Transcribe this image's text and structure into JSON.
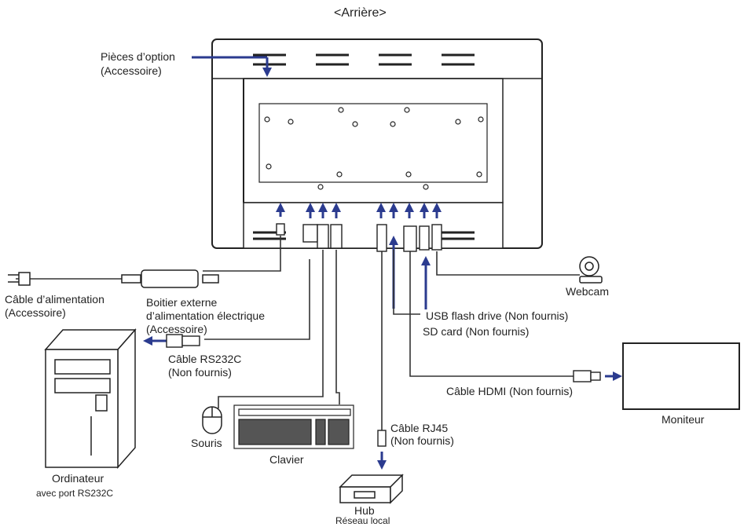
{
  "title": "<Arrière>",
  "labels": {
    "option_parts_1": "Pièces d’option",
    "option_parts_2": "(Accessoire)",
    "power_cable_1": "Câble d’alimentation",
    "power_cable_2": "(Accessoire)",
    "adapter_1": "Boitier externe",
    "adapter_2": "d’alimentation électrique",
    "adapter_3": "(Accessoire)",
    "rs232c_1": "Câble RS232C",
    "rs232c_2": "(Non fournis)",
    "computer_1": "Ordinateur",
    "computer_2": "avec port RS232C",
    "mouse": "Souris",
    "keyboard": "Clavier",
    "rj45_1": "Câble RJ45",
    "rj45_2": "(Non fournis)",
    "hub_1": "Hub",
    "hub_2": "Réseau local",
    "webcam": "Webcam",
    "usb_flash": "USB flash drive (Non fournis)",
    "sd_card": "SD card (Non fournis)",
    "hdmi": "Câble HDMI (Non fournis)",
    "monitor": "Moniteur"
  },
  "colors": {
    "arrow": "#2b3b8f",
    "line": "#333333"
  }
}
